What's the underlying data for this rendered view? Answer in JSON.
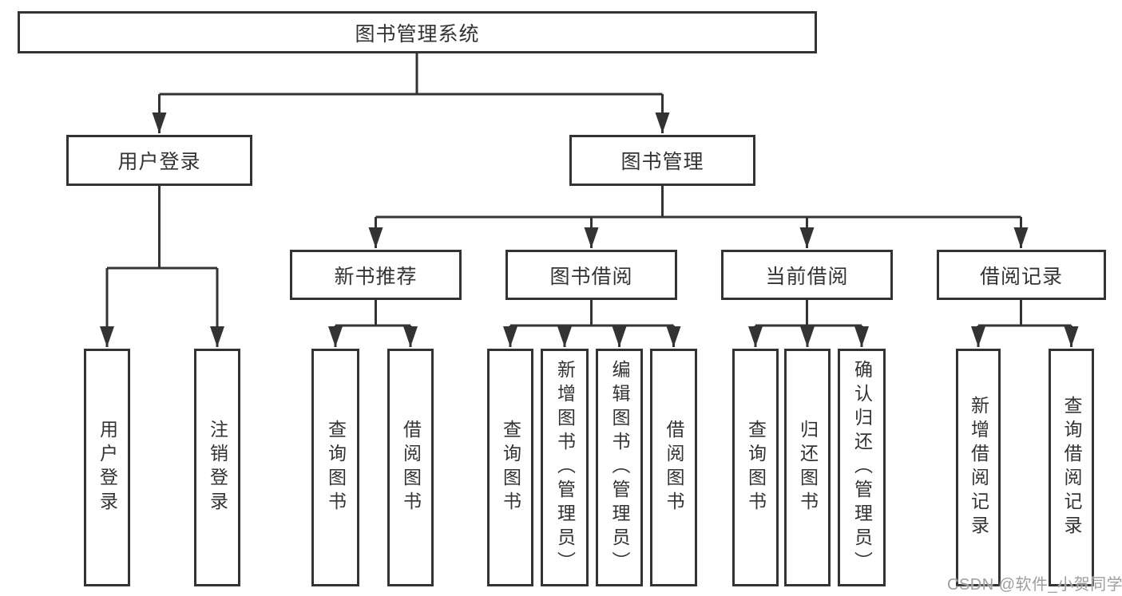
{
  "diagram": {
    "root": {
      "label": "图书管理系统"
    },
    "level2": [
      {
        "id": "user-login",
        "label": "用户登录"
      },
      {
        "id": "book-management",
        "label": "图书管理"
      }
    ],
    "level3": [
      {
        "id": "new-book-recommend",
        "label": "新书推荐"
      },
      {
        "id": "book-borrow",
        "label": "图书借阅"
      },
      {
        "id": "current-borrow",
        "label": "当前借阅"
      },
      {
        "id": "borrow-records",
        "label": "借阅记录"
      }
    ],
    "leaves": [
      {
        "id": "user-login-leaf",
        "label": "用户登录"
      },
      {
        "id": "logout-leaf",
        "label": "注销登录"
      },
      {
        "id": "query-books-1",
        "label": "查询图书"
      },
      {
        "id": "borrow-books-1",
        "label": "借阅图书"
      },
      {
        "id": "query-books-2",
        "label": "查询图书"
      },
      {
        "id": "add-book-admin",
        "label": "新增图书（管理员）"
      },
      {
        "id": "edit-book-admin",
        "label": "编辑图书（管理员）"
      },
      {
        "id": "borrow-books-2",
        "label": "借阅图书"
      },
      {
        "id": "query-books-3",
        "label": "查询图书"
      },
      {
        "id": "return-books",
        "label": "归还图书"
      },
      {
        "id": "confirm-return-admin",
        "label": "确认归还（管理员）"
      },
      {
        "id": "add-borrow-record",
        "label": "新增借阅记录"
      },
      {
        "id": "query-borrow-record",
        "label": "查询借阅记录"
      }
    ],
    "watermark": "CSDN @软件_小贺同学",
    "colors": {
      "line": "#333333",
      "box_border": "#333333",
      "box_fill": "#ffffff",
      "text": "#333333",
      "watermark": "#9e9ea4",
      "background": "#ffffff"
    }
  }
}
